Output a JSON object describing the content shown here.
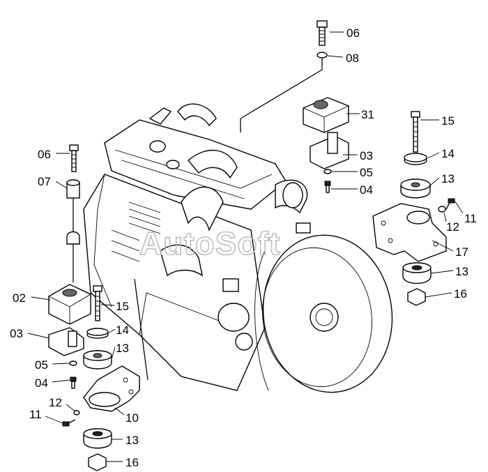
{
  "watermark": "AutoSoft",
  "callouts": [
    {
      "id": "c-06-top",
      "text": "06"
    },
    {
      "id": "c-08",
      "text": "08"
    },
    {
      "id": "c-31",
      "text": "31"
    },
    {
      "id": "c-03-top",
      "text": "03"
    },
    {
      "id": "c-05-top",
      "text": "05"
    },
    {
      "id": "c-04-top",
      "text": "04"
    },
    {
      "id": "c-15-right",
      "text": "15"
    },
    {
      "id": "c-14-right",
      "text": "14"
    },
    {
      "id": "c-13-right",
      "text": "13"
    },
    {
      "id": "c-11-right",
      "text": "11"
    },
    {
      "id": "c-12-right",
      "text": "12"
    },
    {
      "id": "c-17",
      "text": "17"
    },
    {
      "id": "c-13-right-low",
      "text": "13"
    },
    {
      "id": "c-16-right",
      "text": "16"
    },
    {
      "id": "c-06-left",
      "text": "06"
    },
    {
      "id": "c-07",
      "text": "07"
    },
    {
      "id": "c-02",
      "text": "02"
    },
    {
      "id": "c-15-left",
      "text": "15"
    },
    {
      "id": "c-03-left",
      "text": "03"
    },
    {
      "id": "c-14-left",
      "text": "14"
    },
    {
      "id": "c-13-left",
      "text": "13"
    },
    {
      "id": "c-05-left",
      "text": "05"
    },
    {
      "id": "c-04-left",
      "text": "04"
    },
    {
      "id": "c-12-left",
      "text": "12"
    },
    {
      "id": "c-11-left",
      "text": "11"
    },
    {
      "id": "c-10",
      "text": "10"
    },
    {
      "id": "c-13-left-low",
      "text": "13"
    },
    {
      "id": "c-16-left",
      "text": "16"
    }
  ]
}
